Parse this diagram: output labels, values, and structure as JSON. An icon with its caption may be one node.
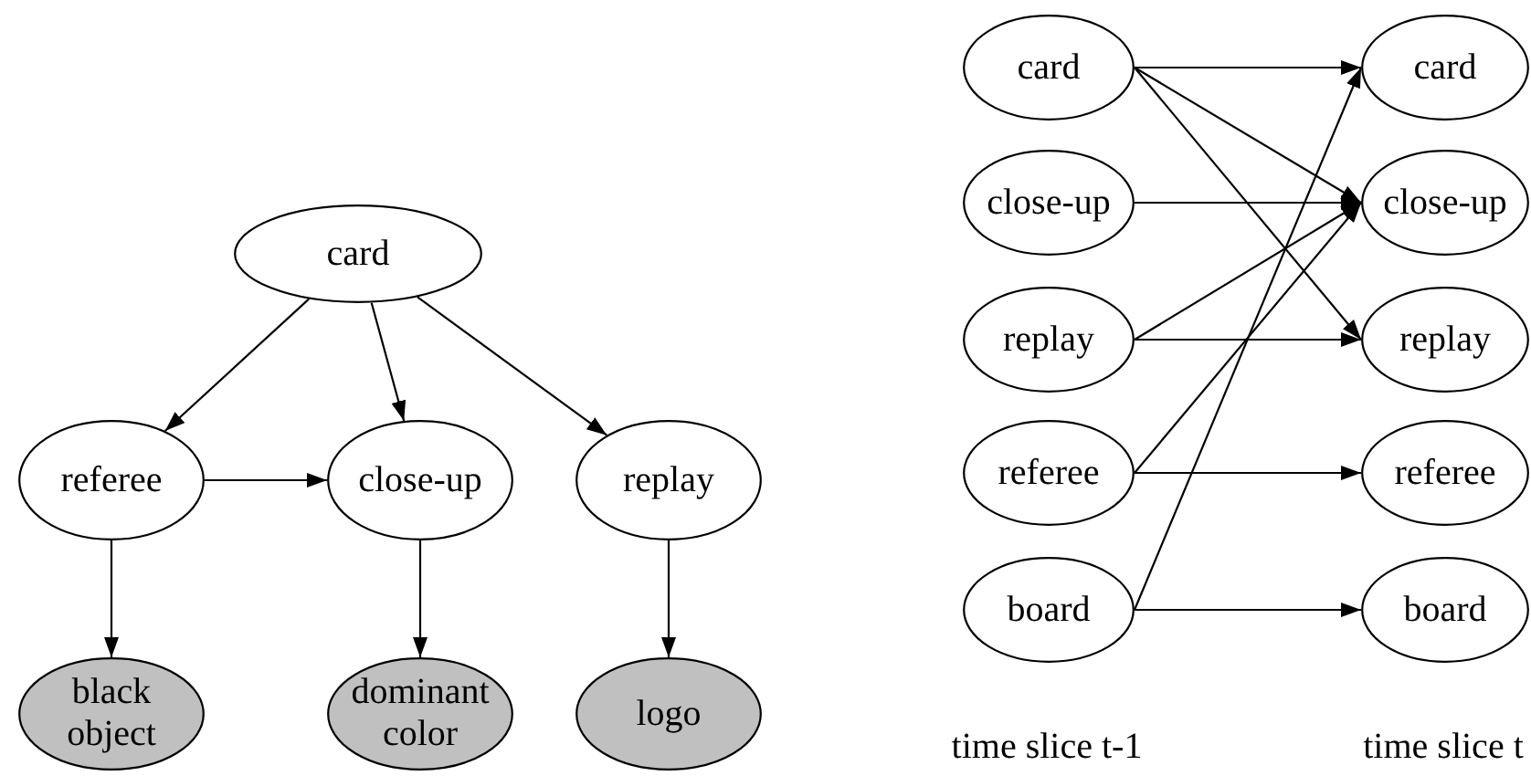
{
  "diagram": {
    "nodes": [
      {
        "text": [
          "card"
        ]
      },
      {
        "text": [
          "referee"
        ]
      },
      {
        "text": [
          "close-up"
        ]
      },
      {
        "text": [
          "replay"
        ]
      },
      {
        "text": [
          "black object"
        ]
      },
      {
        "text": [
          "dominant color"
        ]
      },
      {
        "text": [
          "logo"
        ]
      },
      {
        "text": [
          "card"
        ]
      },
      {
        "text": [
          "close-up"
        ]
      },
      {
        "text": [
          "replay"
        ]
      },
      {
        "text": [
          "referee"
        ]
      },
      {
        "text": [
          "board"
        ]
      },
      {
        "text": [
          "card"
        ]
      },
      {
        "text": [
          "close-up"
        ]
      },
      {
        "text": [
          "replay"
        ]
      },
      {
        "text": [
          "referee"
        ]
      },
      {
        "text": [
          "board"
        ]
      }
    ],
    "edges": [
      {
        "from": 0,
        "to": 1,
        "arrow": "to"
      },
      {
        "from": 0,
        "to": 2,
        "arrow": "to"
      },
      {
        "from": 0,
        "to": 3,
        "arrow": "to"
      },
      {
        "from": 1,
        "to": 2,
        "arrow": "to"
      },
      {
        "from": 1,
        "to": 4,
        "arrow": "to"
      },
      {
        "from": 2,
        "to": 5,
        "arrow": "to"
      },
      {
        "from": 3,
        "to": 6,
        "arrow": "to"
      },
      {
        "from": 7,
        "to": 12,
        "arrow": "to"
      },
      {
        "from": 7,
        "to": 13,
        "arrow": "to"
      },
      {
        "from": 7,
        "to": 14,
        "arrow": "to"
      },
      {
        "from": 8,
        "to": 13,
        "arrow": "to"
      },
      {
        "from": 9,
        "to": 13,
        "arrow": "to"
      },
      {
        "from": 9,
        "to": 14,
        "arrow": "to"
      },
      {
        "from": 10,
        "to": 13,
        "arrow": "to"
      },
      {
        "from": 10,
        "to": 15,
        "arrow": "to"
      },
      {
        "from": 11,
        "to": 12,
        "arrow": "to"
      },
      {
        "from": 11,
        "to": 16,
        "arrow": "to"
      }
    ],
    "labels": [
      "time slice t-1",
      "time slice t"
    ]
  }
}
